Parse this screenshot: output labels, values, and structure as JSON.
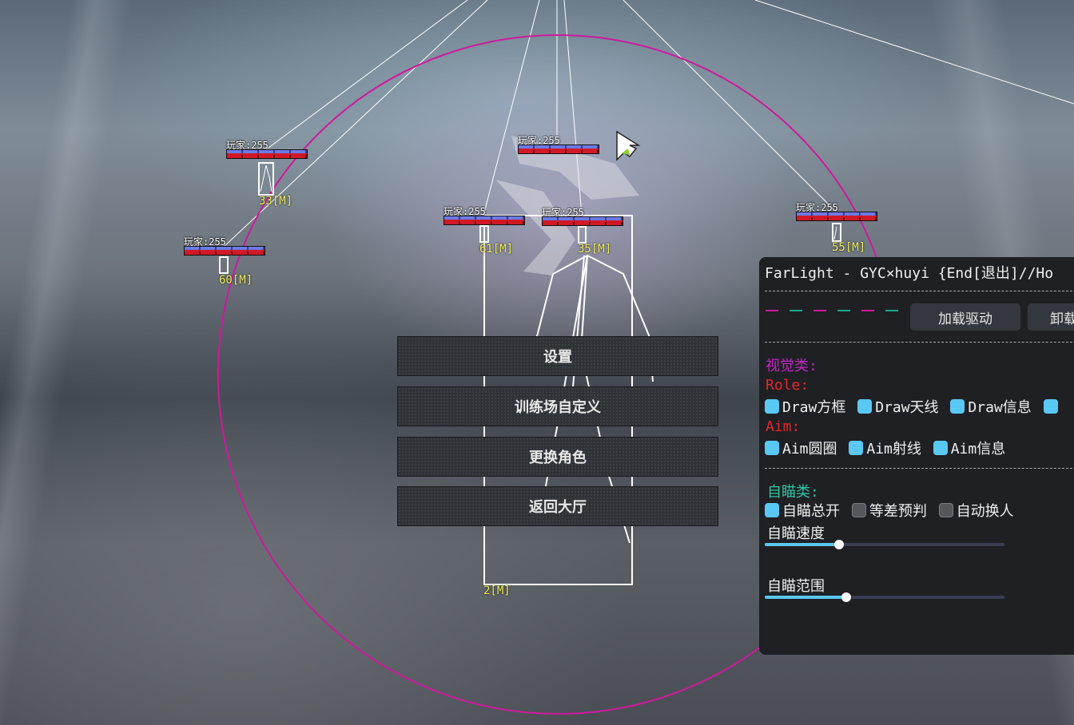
{
  "esp": {
    "players": [
      {
        "label": "玩家:255",
        "dist": "33[M]"
      },
      {
        "label": "玩家:255",
        "dist": "60[M]"
      },
      {
        "label": "玩家:255",
        "dist": "61[M]"
      },
      {
        "label": "玩家:255",
        "dist": "35[M]"
      },
      {
        "label": "玩家:255",
        "dist": ""
      },
      {
        "label": "玩家:255",
        "dist": "55[M]"
      }
    ],
    "near_dist": "2[M]",
    "colors": {
      "fov_circle": "#d0189e",
      "box": "#ffffff",
      "dist": "#f4f05a"
    }
  },
  "menu": {
    "items": [
      "设置",
      "训练场自定义",
      "更换角色",
      "返回大厅"
    ]
  },
  "panel": {
    "title": "FarLight - GYC×huyi {End[退出]//Ho",
    "dashes": [
      "#d0189e",
      "#19a88a",
      "#d0189e",
      "#19a88a",
      "#d0189e",
      "#19a88a"
    ],
    "load_driver": "加载驱动",
    "unload_driver": "卸载",
    "visual_header": "视觉类:",
    "role_header": "Role:",
    "role_opts": [
      "Draw方框",
      "Draw天线",
      "Draw信息"
    ],
    "aim_header": "Aim:",
    "aim_opts": [
      "Aim圆圈",
      "Aim射线",
      "Aim信息"
    ],
    "autoaim_header": "自瞄类:",
    "autoaim_opts": [
      "自瞄总开",
      "等差预判",
      "自动换人"
    ],
    "autoaim_states": [
      true,
      false,
      false
    ],
    "speed_label": "自瞄速度",
    "speed_value": 0.31,
    "range_label": "自瞄范围",
    "range_value": 0.34
  }
}
